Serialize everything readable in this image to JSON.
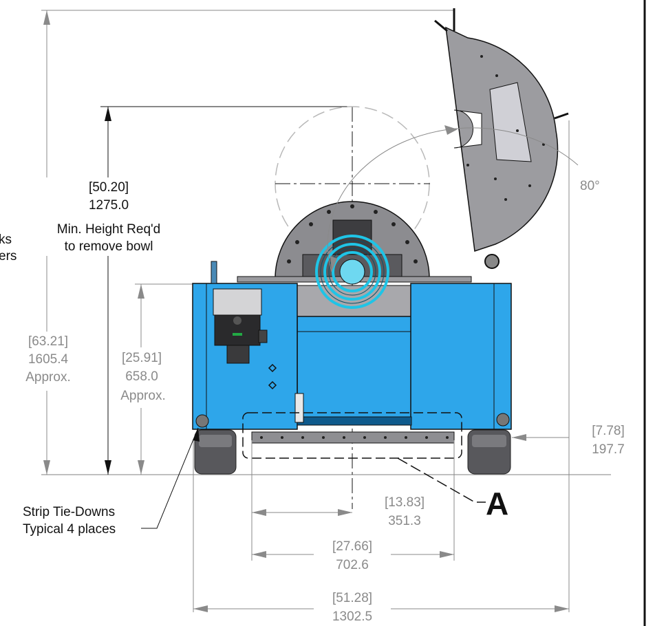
{
  "overall_height": {
    "in": "[63.21]",
    "mm": "1605.4",
    "note": "Approx."
  },
  "min_height": {
    "in": "[50.20]",
    "mm": "1275.0",
    "line1": "Min. Height Req'd",
    "line2": "to remove bowl"
  },
  "body_height": {
    "in": "[25.91]",
    "mm": "658.0",
    "note": "Approx."
  },
  "left_partial": {
    "line1": "ks",
    "line2": "ers"
  },
  "angle": {
    "label": "80°"
  },
  "wheel_offset": {
    "in": "[7.78]",
    "mm": "197.7"
  },
  "half_width": {
    "in": "[13.83]",
    "mm": "351.3"
  },
  "inner_width": {
    "in": "[27.66]",
    "mm": "702.6"
  },
  "overall_width": {
    "in": "[51.28]",
    "mm": "1302.5"
  },
  "tie_downs": {
    "line1": "Strip Tie-Downs",
    "line2": "Typical 4 places"
  },
  "detail": {
    "label": "A"
  },
  "colors": {
    "body": "#2ea6ea",
    "lid": "#9a9a9e",
    "wheel": "#555558",
    "dim_gray": "#8a8a8a"
  }
}
